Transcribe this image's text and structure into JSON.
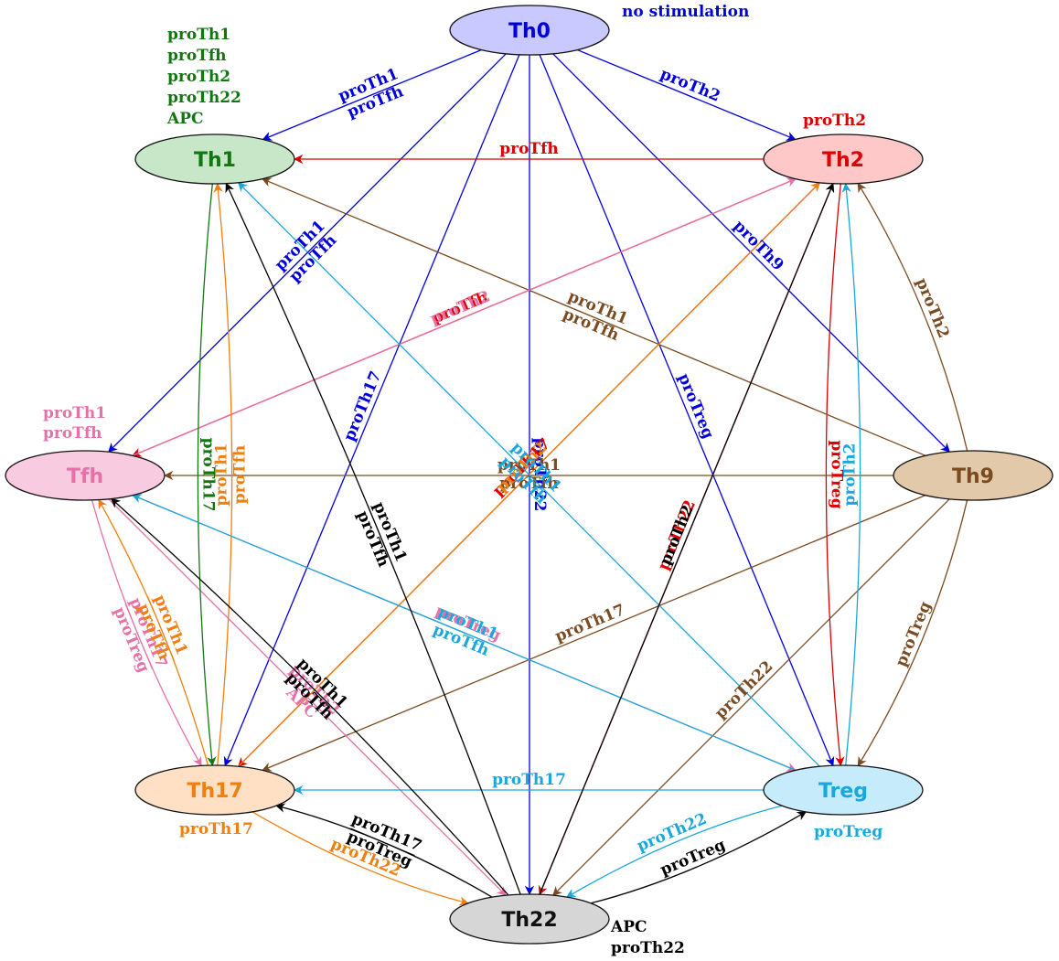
{
  "colors": {
    "th0": "#0000dd",
    "th1": "#117711",
    "th2": "#dd0000",
    "th9": "#7a4a20",
    "tfh": "#e671a8",
    "th17": "#f07f10",
    "treg": "#1aa7dd",
    "th22": "#000000"
  },
  "nodes": {
    "th0": {
      "label": "Th0",
      "fill": "#c9c9ff",
      "text_color": "#0000dd"
    },
    "th1": {
      "label": "Th1",
      "fill": "#c8e6c8",
      "text_color": "#117711"
    },
    "th2": {
      "label": "Th2",
      "fill": "#ffc8c8",
      "text_color": "#dd0000"
    },
    "th9": {
      "label": "Th9",
      "fill": "#e2c9aa",
      "text_color": "#7a4a20"
    },
    "tfh": {
      "label": "Tfh",
      "fill": "#f9cbe1",
      "text_color": "#e671a8"
    },
    "th17": {
      "label": "Th17",
      "fill": "#ffe0c4",
      "text_color": "#f07f10"
    },
    "treg": {
      "label": "Treg",
      "fill": "#c6ebfb",
      "text_color": "#1aa7dd"
    },
    "th22": {
      "label": "Th22",
      "fill": "#d6d6d6",
      "text_color": "#111111"
    }
  },
  "self_labels": {
    "th0": [
      "no stimulation"
    ],
    "th1": [
      "proTh1",
      "proTfh",
      "proTh2",
      "proTh22",
      "APC"
    ],
    "th2": [
      "proTh2"
    ],
    "tfh": [
      "proTh1",
      "proTfh"
    ],
    "th17": [
      "proTh17"
    ],
    "treg": [
      "proTreg"
    ],
    "th22": [
      "APC",
      "proTh22"
    ]
  },
  "edges": [
    {
      "source": "th0",
      "target": "th1",
      "color": "th0",
      "labels": [
        "proTh1",
        "proTfh"
      ]
    },
    {
      "source": "th0",
      "target": "th2",
      "color": "th0",
      "labels": [
        "proTh2"
      ]
    },
    {
      "source": "th0",
      "target": "tfh",
      "color": "th0",
      "labels": [
        "proTh1",
        "proTfh"
      ]
    },
    {
      "source": "th0",
      "target": "th17",
      "color": "th0",
      "labels": [
        "proTh17"
      ]
    },
    {
      "source": "th0",
      "target": "th22",
      "color": "th0",
      "labels": [
        "proTh22"
      ]
    },
    {
      "source": "th0",
      "target": "treg",
      "color": "th0",
      "labels": [
        "proTreg"
      ]
    },
    {
      "source": "th0",
      "target": "th9",
      "color": "th0",
      "labels": [
        "proTh9"
      ]
    },
    {
      "source": "th2",
      "target": "th1",
      "color": "th2",
      "labels": [
        "proTfh"
      ]
    },
    {
      "source": "th2",
      "target": "tfh",
      "color": "th2",
      "labels": [
        "proTfh"
      ]
    },
    {
      "source": "th2",
      "target": "th17",
      "color": "th2",
      "labels": [
        "proTh17"
      ]
    },
    {
      "source": "th2",
      "target": "treg",
      "color": "th2",
      "labels": [
        "proTreg"
      ]
    },
    {
      "source": "th2",
      "target": "th22",
      "color": "th2",
      "labels": [
        "proTh22"
      ]
    },
    {
      "source": "th9",
      "target": "th1",
      "color": "th9",
      "labels": [
        "proTh1",
        "proTfh"
      ]
    },
    {
      "source": "th9",
      "target": "th2",
      "color": "th9",
      "labels": [
        "proTh2"
      ]
    },
    {
      "source": "th9",
      "target": "tfh",
      "color": "th9",
      "labels": [
        "proTh1",
        "proTfh"
      ]
    },
    {
      "source": "th9",
      "target": "th17",
      "color": "th9",
      "labels": [
        "proTh17"
      ]
    },
    {
      "source": "th9",
      "target": "th22",
      "color": "th9",
      "labels": [
        "proTh22"
      ]
    },
    {
      "source": "th9",
      "target": "treg",
      "color": "th9",
      "labels": [
        "proTreg"
      ]
    },
    {
      "source": "tfh",
      "target": "th2",
      "color": "tfh",
      "labels": [
        "proTh2"
      ]
    },
    {
      "source": "tfh",
      "target": "th17",
      "color": "tfh",
      "labels": [
        "proTh17",
        "proTreg"
      ]
    },
    {
      "source": "tfh",
      "target": "treg",
      "color": "tfh",
      "labels": [
        "proTreg"
      ]
    },
    {
      "source": "tfh",
      "target": "th22",
      "color": "tfh",
      "labels": [
        "proTh2",
        "APC"
      ]
    },
    {
      "source": "th1",
      "target": "th17",
      "color": "th1",
      "labels": [
        "proTh17"
      ]
    },
    {
      "source": "th17",
      "target": "th1",
      "color": "th17",
      "labels": [
        "proTh1",
        "proTfh"
      ]
    },
    {
      "source": "th17",
      "target": "tfh",
      "color": "th17",
      "labels": [
        "proTh1",
        "proTfh"
      ]
    },
    {
      "source": "th17",
      "target": "th2",
      "color": "th17",
      "labels": [
        "proTh2"
      ]
    },
    {
      "source": "th17",
      "target": "th22",
      "color": "th17",
      "labels": [
        "proTh22"
      ]
    },
    {
      "source": "treg",
      "target": "th1",
      "color": "treg",
      "labels": [
        "proTh1",
        "proTfh"
      ]
    },
    {
      "source": "treg",
      "target": "tfh",
      "color": "treg",
      "labels": [
        "proTh1",
        "proTfh"
      ]
    },
    {
      "source": "treg",
      "target": "th2",
      "color": "treg",
      "labels": [
        "proTh2"
      ]
    },
    {
      "source": "treg",
      "target": "th17",
      "color": "treg",
      "labels": [
        "proTh17"
      ]
    },
    {
      "source": "treg",
      "target": "th22",
      "color": "treg",
      "labels": [
        "proTh22"
      ]
    },
    {
      "source": "th22",
      "target": "th1",
      "color": "th22",
      "labels": [
        "proTh1",
        "proTfh"
      ]
    },
    {
      "source": "th22",
      "target": "tfh",
      "color": "th22",
      "labels": [
        "proTh1",
        "proTfh"
      ]
    },
    {
      "source": "th22",
      "target": "th2",
      "color": "th22",
      "labels": [
        "proTh2"
      ]
    },
    {
      "source": "th22",
      "target": "th17",
      "color": "th22",
      "labels": [
        "proTh17",
        "proTreg"
      ]
    },
    {
      "source": "th22",
      "target": "treg",
      "color": "th22",
      "labels": [
        "proTreg"
      ]
    }
  ]
}
